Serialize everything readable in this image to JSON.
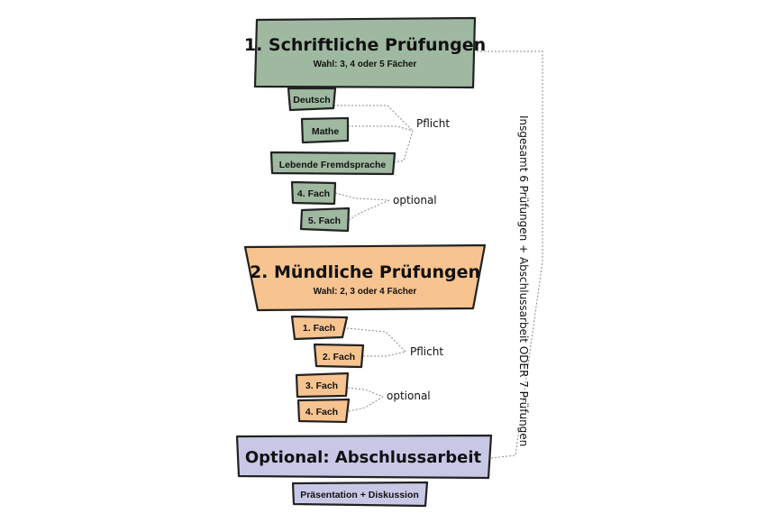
{
  "section1": {
    "title": "1. Schriftliche Prüfungen",
    "subtitle": "Wahl: 3, 4 oder 5 Fächer",
    "items": [
      "Deutsch",
      "Mathe",
      "Lebende Fremdsprache",
      "4. Fach",
      "5. Fach"
    ],
    "mandatory_label": "Pflicht",
    "optional_label": "optional",
    "color": "#9fb9a1"
  },
  "section2": {
    "title": "2. Mündliche Prüfungen",
    "subtitle": "Wahl: 2, 3 oder 4 Fächer",
    "items": [
      "1. Fach",
      "2. Fach",
      "3. Fach",
      "4. Fach"
    ],
    "mandatory_label": "Pflicht",
    "optional_label": "optional",
    "color": "#f7c38f"
  },
  "section3": {
    "title": "Optional: Abschlussarbeit",
    "item": "Präsentation + Diskussion",
    "color": "#c8c8e6"
  },
  "side_note": "Insgesamt 6 Prüfungen + Abschlussarbeit ODER 7 Prüfungen"
}
